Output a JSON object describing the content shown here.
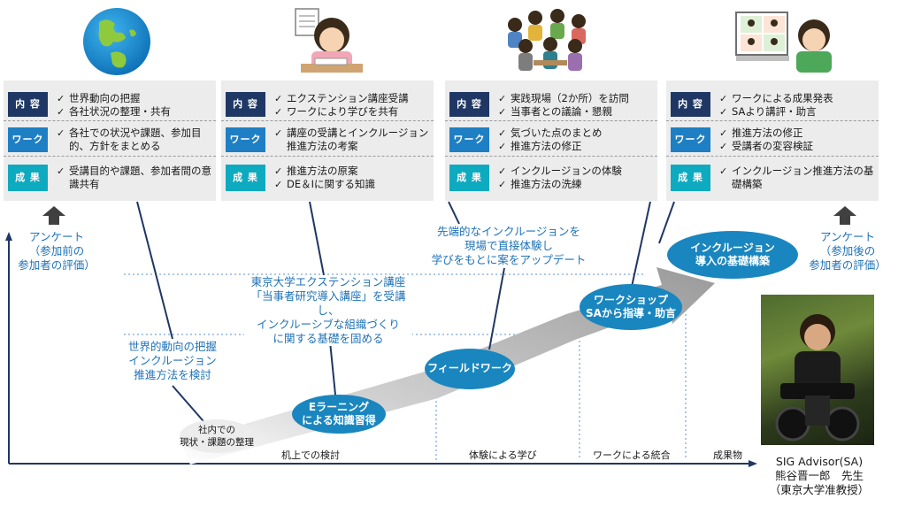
{
  "phases": [
    {
      "rows": [
        {
          "tag": "内 容",
          "items": [
            "世界動向の把握",
            "各社状況の整理・共有"
          ]
        },
        {
          "tag": "ワーク",
          "items": [
            "各社での状況や課題、参加目的、方針をまとめる"
          ]
        },
        {
          "tag": "成 果",
          "items": [
            "受講目的や課題、参加者間の意識共有"
          ]
        }
      ]
    },
    {
      "rows": [
        {
          "tag": "内 容",
          "items": [
            "エクステンション講座受講",
            "ワークにより学びを共有"
          ]
        },
        {
          "tag": "ワーク",
          "items": [
            "講座の受講とインクルージョン推進方法の考案"
          ]
        },
        {
          "tag": "成 果",
          "items": [
            "推進方法の原案",
            "DE＆Iに関する知識"
          ]
        }
      ]
    },
    {
      "rows": [
        {
          "tag": "内 容",
          "items": [
            "実践現場（2か所）を訪問",
            "当事者との議論・懇親"
          ]
        },
        {
          "tag": "ワーク",
          "items": [
            "気づいた点のまとめ",
            "推進方法の修正"
          ]
        },
        {
          "tag": "成 果",
          "items": [
            "インクルージョンの体験",
            "推進方法の洗練"
          ]
        }
      ]
    },
    {
      "rows": [
        {
          "tag": "内 容",
          "items": [
            "ワークによる成果発表",
            "SAより講評・助言"
          ]
        },
        {
          "tag": "ワーク",
          "items": [
            "推進方法の修正",
            "受講者の変容検証"
          ]
        },
        {
          "tag": "成 果",
          "items": [
            "インクルージョン推進方法の基礎構築"
          ]
        }
      ]
    }
  ],
  "survey_before": [
    "アンケート",
    "（参加前の",
    "参加者の評価）"
  ],
  "survey_after": [
    "アンケート",
    "（参加後の",
    "参加者の評価）"
  ],
  "annotations": {
    "phase1": [
      "世界的動向の把握",
      "インクルージョン",
      "推進方法を検討"
    ],
    "phase2": [
      "東京大学エクステンション講座",
      "「当事者研究導入講座」を受講し、",
      "インクルーシブな組織づくり",
      "に関する基礎を固める"
    ],
    "phase3": [
      "先端的なインクルージョンを",
      "現場で直接体験し",
      "学びをもとに案をアップデート"
    ]
  },
  "steps": {
    "s1": [
      "社内での",
      "現状・課題の整理"
    ],
    "s2": [
      "Eラーニング",
      "による知識習得"
    ],
    "s3": [
      "フィールドワーク"
    ],
    "s4": [
      "ワークショップ",
      "SAから指導・助言"
    ],
    "s5": [
      "インクルージョン",
      "導入の基礎構築"
    ]
  },
  "axis_labels": [
    "机上での検討",
    "体験による学び",
    "ワークによる統合",
    "成果物"
  ],
  "advisor": [
    "SIG Advisor(SA)",
    "熊谷晋一郎　先生",
    "（東京大学准教授）"
  ],
  "colors": {
    "navy": "#1f3764",
    "blue": "#1e7fc4",
    "teal": "#0eaac0",
    "label_blue": "#1e72b8",
    "bubble": "#1a86bf"
  },
  "icons": [
    "globe-icon",
    "student-studying-icon",
    "group-discussion-icon",
    "video-meeting-icon",
    "up-arrow-icon"
  ]
}
